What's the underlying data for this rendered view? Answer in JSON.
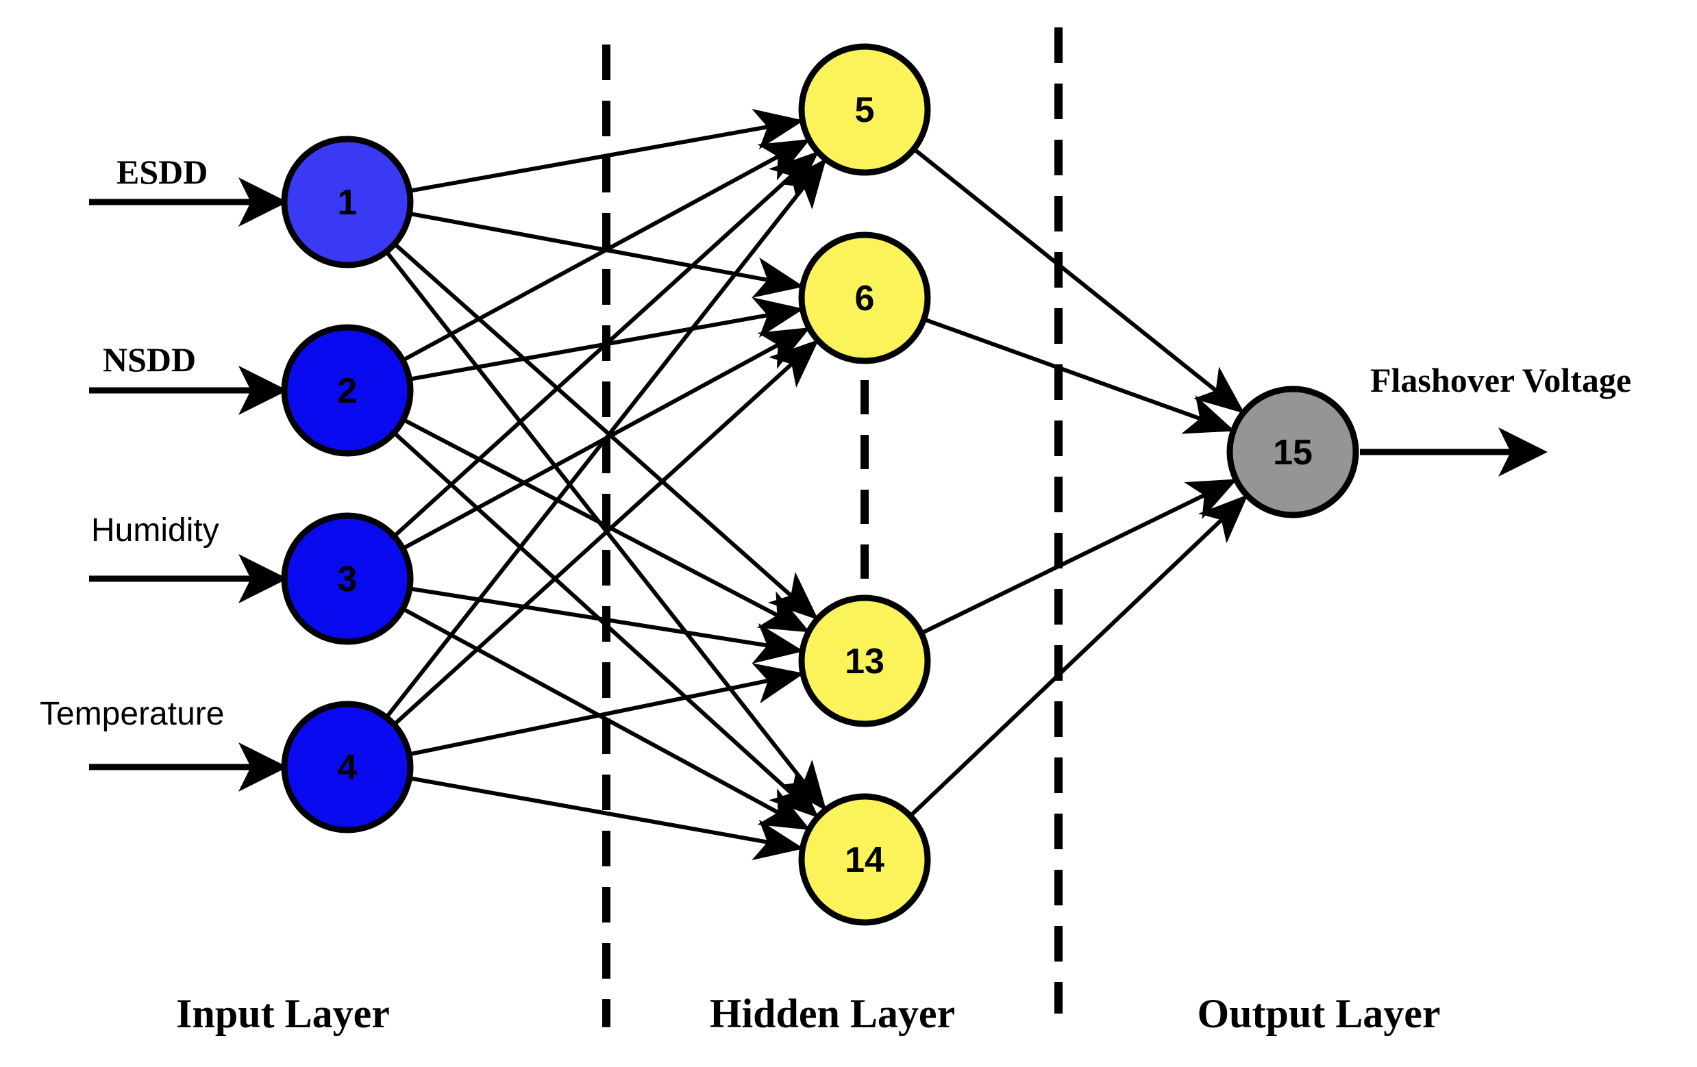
{
  "diagram": {
    "inputs": [
      {
        "id": "1",
        "label": "ESDD"
      },
      {
        "id": "2",
        "label": "NSDD"
      },
      {
        "id": "3",
        "label": "Humidity"
      },
      {
        "id": "4",
        "label": "Temperature"
      }
    ],
    "hidden": [
      {
        "id": "5"
      },
      {
        "id": "6"
      },
      {
        "id": "13"
      },
      {
        "id": "14"
      }
    ],
    "output": {
      "id": "15",
      "label": "Flashover Voltage"
    },
    "layers": {
      "input": "Input Layer",
      "hidden": "Hidden Layer",
      "output": "Output Layer"
    },
    "colors": {
      "input_node": "#0a0af0",
      "input_node_1": "#3a3af5",
      "hidden_node": "#fbf35a",
      "output_node": "#959595",
      "stroke": "#000000"
    }
  }
}
